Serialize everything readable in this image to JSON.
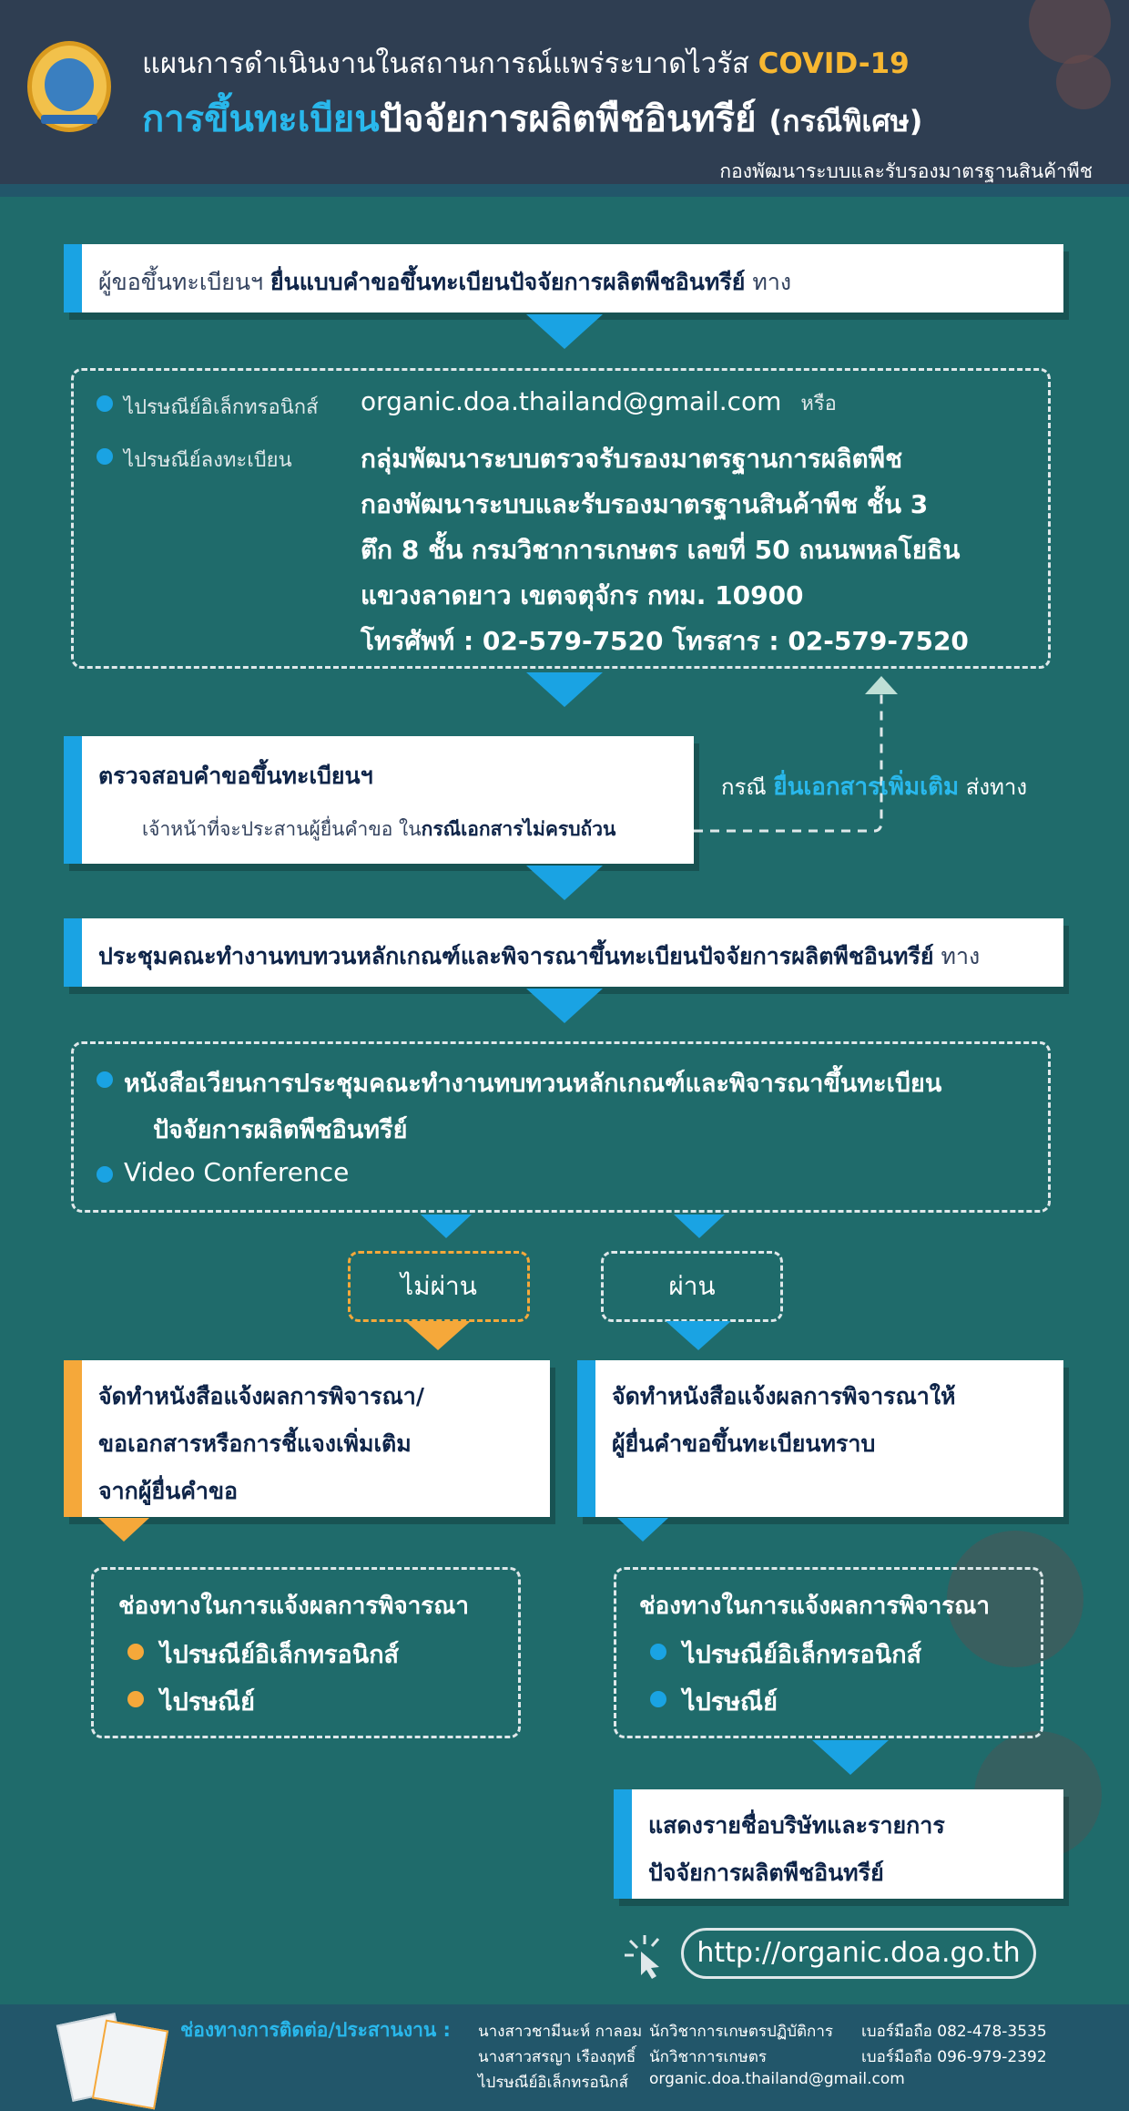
{
  "header": {
    "title_line1": "แผนการดำเนินงานในสถานการณ์แพร่ระบาดไวรัส",
    "title_line1_accent": "COVID-19",
    "title_line2_accent": "การขึ้นทะเบียน",
    "title_line2_main": "ปัจจัยการผลิตพืชอินทรีย์",
    "title_line2_small": "(กรณีพิเศษ)",
    "org": "กองพัฒนาระบบและรับรองมาตรฐานสินค้าพืช"
  },
  "step1": {
    "prefix": "ผู้ขอขึ้นทะเบียนฯ",
    "main": "ยื่นแบบคำขอขึ้นทะเบียนปัจจัยการผลิตพืชอินทรีย์",
    "suffix": "ทาง"
  },
  "channels": {
    "email_label": "ไปรษณีย์อิเล็กทรอนิกส์",
    "email_value": "organic.doa.thailand@gmail.com",
    "or": "หรือ",
    "post_label": "ไปรษณีย์ลงทะเบียน",
    "address": [
      "กลุ่มพัฒนาระบบตรวจรับรองมาตรฐานการผลิตพืช",
      "กองพัฒนาระบบและรับรองมาตรฐานสินค้าพืช ชั้น 3",
      "ตึก 8 ชั้น กรมวิชาการเกษตร เลขที่ 50 ถนนพหลโยธิน",
      "แขวงลาดยาว เขตจตุจักร กทม. 10900",
      "โทรศัพท์ : 02-579-7520  โทรสาร : 02-579-7520"
    ]
  },
  "step2": {
    "title": "ตรวจสอบคำขอขึ้นทะเบียนฯ",
    "note_prefix": "เจ้าหน้าที่จะประสานผู้ยื่นคำขอ ใน",
    "note_bold": "กรณีเอกสารไม่ครบถ้วน"
  },
  "side_note": {
    "prefix": "กรณี",
    "highlight": "ยื่นเอกสารเพิ่มเติม",
    "suffix": "ส่งทาง"
  },
  "step3": {
    "main": "ประชุมคณะทำงานทบทวนหลักเกณฑ์และพิจารณาขึ้นทะเบียนปัจจัยการผลิตพืชอินทรีย์",
    "suffix": "ทาง"
  },
  "meeting": {
    "item1_line1": "หนังสือเวียนการประชุมคณะทำงานทบทวนหลักเกณฑ์และพิจารณาขึ้นทะเบียน",
    "item1_line2": "ปัจจัยการผลิตพืชอินทรีย์",
    "item2": "Video Conference"
  },
  "decision": {
    "fail": "ไม่ผ่าน",
    "pass": "ผ่าน"
  },
  "fail_card": {
    "lines": [
      "จัดทำหนังสือแจ้งผลการพิจารณา/",
      "ขอเอกสารหรือการชี้แจงเพิ่มเติม",
      "จากผู้ยื่นคำขอ"
    ]
  },
  "pass_card": {
    "lines": [
      "จัดทำหนังสือแจ้งผลการพิจารณาให้",
      "ผู้ยื่นคำขอขึ้นทะเบียนทราบ"
    ]
  },
  "notify_left": {
    "title": "ช่องทางในการแจ้งผลการพิจารณา",
    "items": [
      "ไปรษณีย์อิเล็กทรอนิกส์",
      "ไปรษณีย์"
    ]
  },
  "notify_right": {
    "title": "ช่องทางในการแจ้งผลการพิจารณา",
    "items": [
      "ไปรษณีย์อิเล็กทรอนิกส์",
      "ไปรษณีย์"
    ]
  },
  "publish_card": {
    "lines": [
      "แสดงรายชื่อบริษัทและรายการ",
      "ปัจจัยการผลิตพืชอินทรีย์"
    ]
  },
  "website": "http://organic.doa.go.th",
  "footer": {
    "title": "ช่องทางการติดต่อ/ประสานงาน :",
    "rows": [
      {
        "name": "นางสาวชามีนะห์ กาลอม",
        "position": "นักวิชาการเกษตรปฏิบัติการ",
        "phone": "เบอร์มือถือ 082-478-3535"
      },
      {
        "name": "นางสาวสรญา เรืองฤทธิ์",
        "position": "นักวิชาการเกษตร",
        "phone": "เบอร์มือถือ 096-979-2392"
      },
      {
        "name": "ไปรษณีย์อิเล็กทรอนิกส์",
        "position": "organic.doa.thailand@gmail.com",
        "phone": ""
      }
    ]
  },
  "colors": {
    "background": "#1f6b6b",
    "header": "#2f3e52",
    "accent_blue": "#1aa3e3",
    "accent_orange": "#f5a83a",
    "text_dark": "#0e2448"
  }
}
